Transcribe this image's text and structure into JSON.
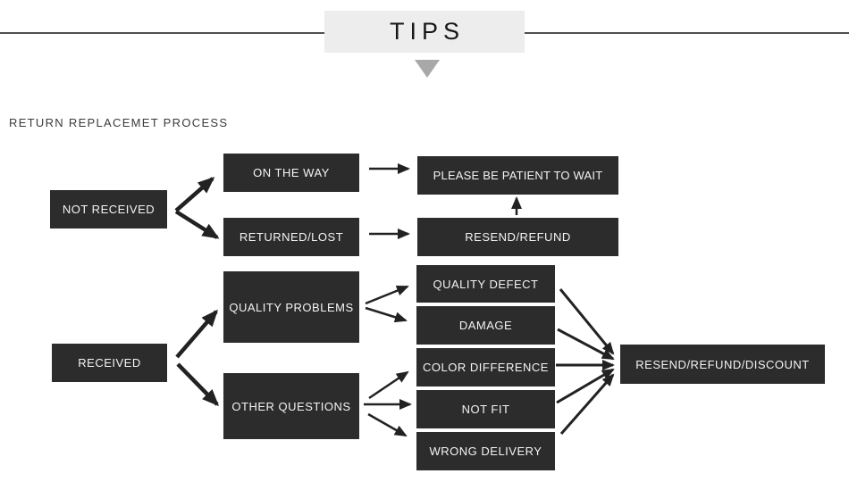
{
  "header": {
    "title": "TIPS"
  },
  "section": {
    "label": "RETURN REPLACEMET PROCESS"
  },
  "flowchart": {
    "nodes": {
      "not_received": "NOT RECEIVED",
      "on_the_way": "ON THE WAY",
      "returned_lost": "RETURNED/LOST",
      "please_wait": "PLEASE BE PATIENT TO WAIT",
      "resend_refund": "RESEND/REFUND",
      "received": "RECEIVED",
      "quality_problems": "QUALITY PROBLEMS",
      "other_questions": "OTHER QUESTIONS",
      "quality_defect": "QUALITY DEFECT",
      "damage": "DAMAGE",
      "color_difference": "COLOR DIFFERENCE",
      "not_fit": "NOT FIT",
      "wrong_delivery": "WRONG DELIVERY",
      "resend_refund_discount": "RESEND/REFUND/DISCOUNT"
    }
  },
  "colors": {
    "node_bg": "#2c2c2c",
    "node_text": "#f4f4f4",
    "header_bg": "#ededed",
    "triangle": "#a8a8a8",
    "rule": "#4f4f4f",
    "arrow": "#222222",
    "background": "#ffffff"
  }
}
